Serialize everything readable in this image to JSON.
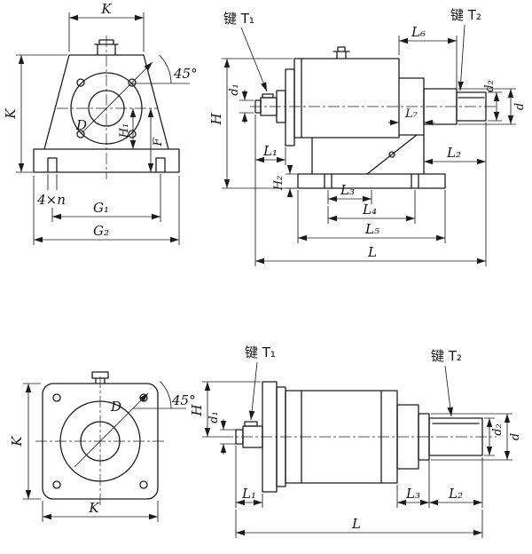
{
  "drawing": {
    "kind": "gear-reducer-outline-dimension-drawing",
    "colors": {
      "ink": "#1c1c1c",
      "background": "#ffffff"
    }
  },
  "views": {
    "foot_front": {
      "k_top": "K",
      "k_left": "K",
      "angle": "45°",
      "bore": "D",
      "h1": "H₁",
      "f": "F",
      "holes": "4×n",
      "g1": "G₁",
      "g2": "G₂"
    },
    "foot_side": {
      "key1": "键 T₁",
      "key2": "键 T₂",
      "l6": "L₆",
      "d1": "d₁",
      "h": "H",
      "l7": "L₇",
      "d2": "d₂",
      "d": "d",
      "l1": "L₁",
      "l2": "L₂",
      "h2": "H₂",
      "l3": "L₃",
      "l4": "L₄",
      "l5": "L₅",
      "l": "L"
    },
    "flange_front": {
      "k_left": "K",
      "k_bottom": "K",
      "bore": "D",
      "angle": "45°"
    },
    "flange_side": {
      "key1": "键 T₁",
      "key2": "键 T₂",
      "d1": "d₁",
      "h": "H",
      "d2": "d₂",
      "d": "d",
      "l1": "L₁",
      "l3": "L₃",
      "l2": "L₂",
      "l": "L"
    }
  }
}
